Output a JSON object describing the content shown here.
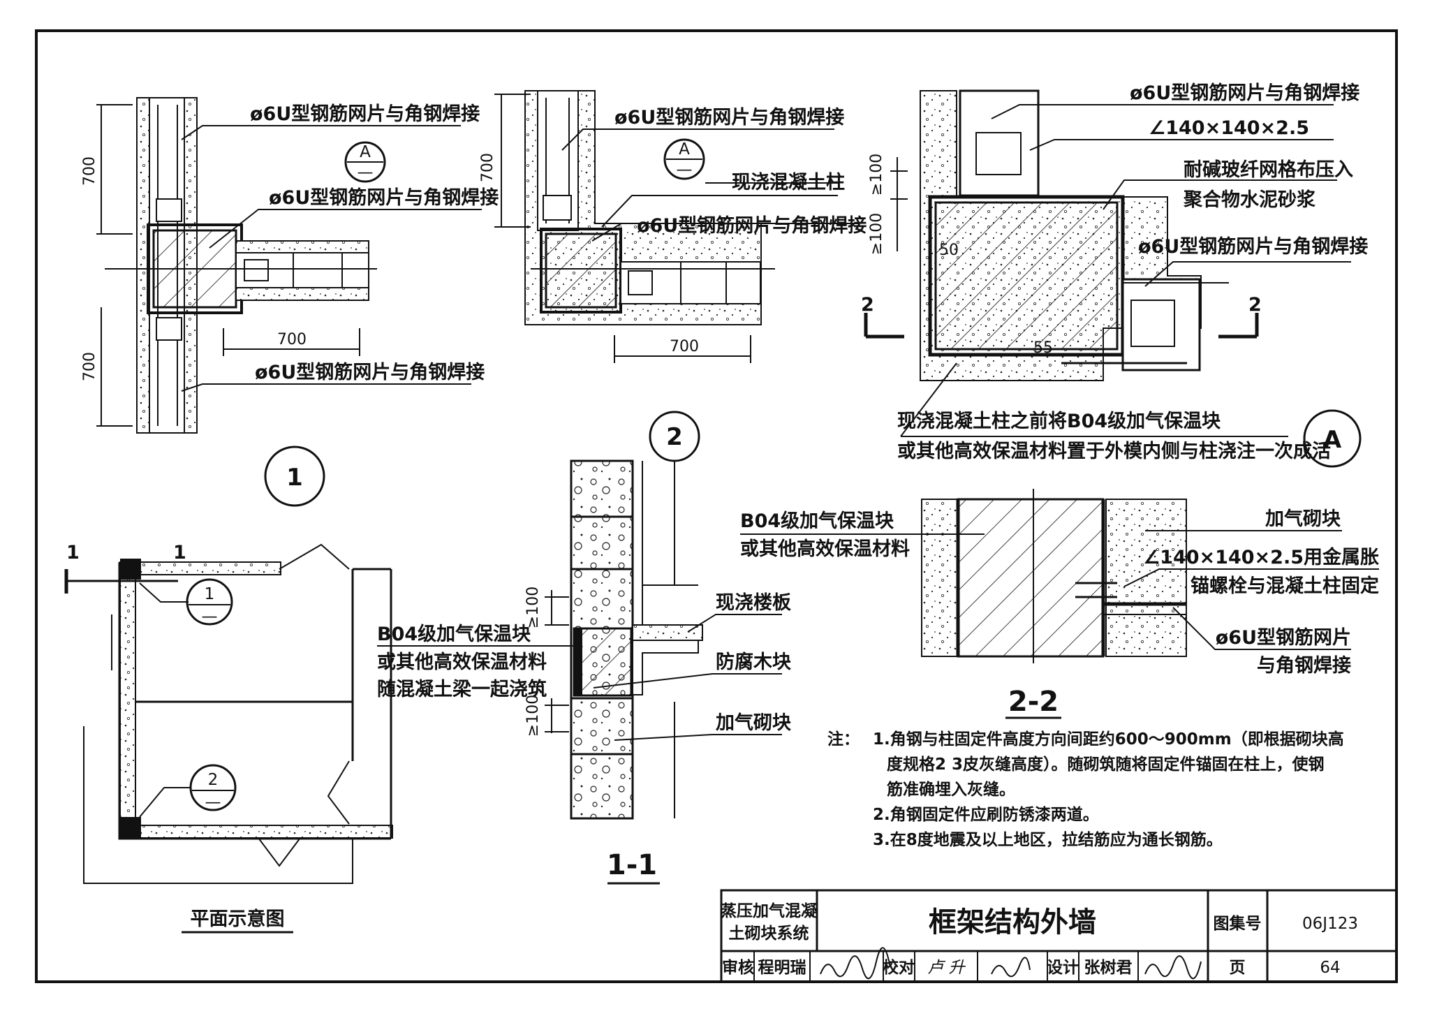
{
  "detail1": {
    "weld_label_top": "ø6U型钢筋网片与角钢焊接",
    "weld_label_mid": "ø6U型钢筋网片与角钢焊接",
    "weld_label_bottom": "ø6U型钢筋网片与角钢焊接",
    "dim_top": "700",
    "dim_bottom": "700",
    "dim_horizontal": "700",
    "callout_letter": "A",
    "callout_dash": "—",
    "marker": "1"
  },
  "detail_corner": {
    "weld_label_top": "ø6U型钢筋网片与角钢焊接",
    "concrete_column": "现浇混凝土柱",
    "weld_label_mid": "ø6U型钢筋网片与角钢焊接",
    "dim_vertical": "700",
    "dim_horizontal": "700",
    "callout_letter": "A",
    "callout_dash": "—"
  },
  "detailA": {
    "weld_label": "ø6U型钢筋网片与角钢焊接",
    "angle_label": "∠140×140×2.5",
    "mesh_label_1": "耐碱玻纤网格布压入",
    "mesh_label_2": "聚合物水泥砂浆",
    "weld_label_2": "ø6U型钢筋网片与角钢焊接",
    "dim_1": "≥100",
    "dim_2": "≥100",
    "dim_50": "50",
    "dim_55": "55",
    "section_mark": "2",
    "insulation_note_1": "现浇混凝土柱之前将B04级加气保温块",
    "insulation_note_2": "或其他高效保温材料置于外模内侧与柱浇注一次成活",
    "marker": "A"
  },
  "plan": {
    "section_mark": "1",
    "callout1_num": "1",
    "callout2_num": "2",
    "callout_dash": "—",
    "title": "平面示意图"
  },
  "section11": {
    "marker": "2",
    "insulation_1": "B04级加气保温块",
    "insulation_2": "或其他高效保温材料",
    "insulation_3": "随混凝土梁一起浇筑",
    "floor_slab": "现浇楼板",
    "wood_block": "防腐木块",
    "aerated_block": "加气砌块",
    "dim_top": "≥100",
    "dim_bottom": "≥100",
    "title": "1-1"
  },
  "section22": {
    "insulation_1": "B04级加气保温块",
    "insulation_2": "或其他高效保温材料",
    "aerated_block": "加气砌块",
    "angle_1": "∠140×140×2.5用金属胀",
    "angle_2": "锚螺栓与混凝土柱固定",
    "weld_1": "ø6U型钢筋网片",
    "weld_2": "与角钢焊接",
    "title": "2-2"
  },
  "notes": {
    "prefix": "注：",
    "line1": "1.角钢与柱固定件高度方向间距约600～900mm（即根据砌块高",
    "line2": "度规格2  3皮灰缝高度）。随砌筑随将固定件锚固在柱上，使钢",
    "line3": "筋准确埋入灰缝。",
    "line4": "2.角钢固定件应刷防锈漆两道。",
    "line5": "3.在8度地震及以上地区，拉结筋应为通长钢筋。"
  },
  "titleblock": {
    "system_1": "蒸压加气混凝",
    "system_2": "土砌块系统",
    "drawing_title": "框架结构外墙",
    "atlas_label": "图集号",
    "atlas_no": "06J123",
    "review_label": "审核",
    "reviewer": "程明瑞",
    "check_label": "校对",
    "checker": "卢 升",
    "design_label": "设计",
    "designer": "张树君",
    "page_label": "页",
    "page_no": "64"
  }
}
